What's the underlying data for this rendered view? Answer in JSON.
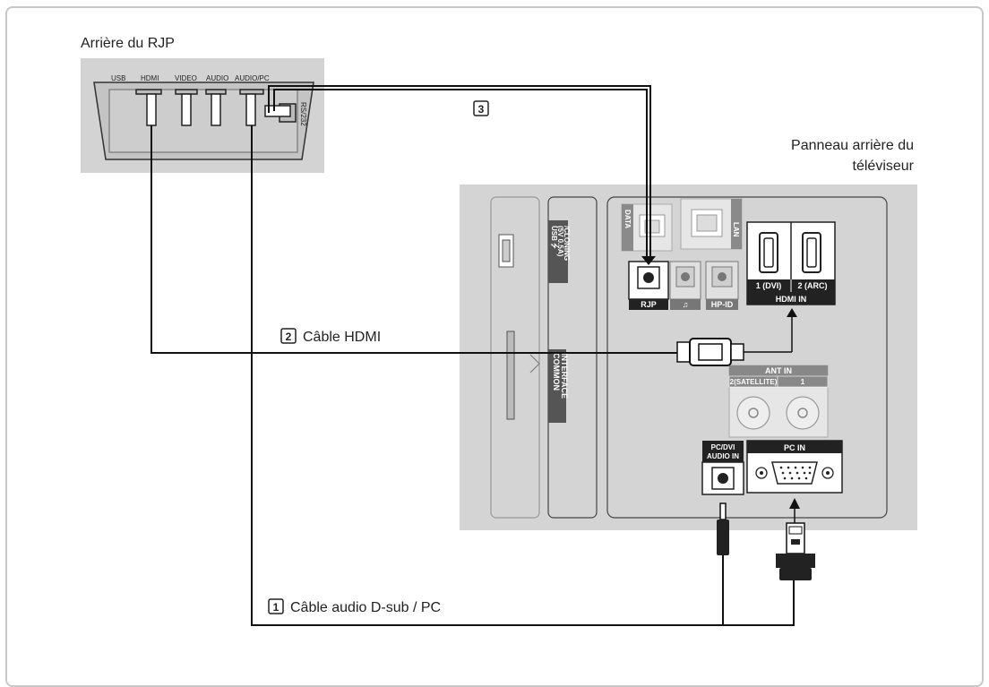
{
  "labels": {
    "rjp_back": "Arrière du RJP",
    "tv_back_line1": "Panneau arrière du",
    "tv_back_line2": "téléviseur"
  },
  "rjp_ports": {
    "usb": "USB",
    "hdmi": "HDMI",
    "video": "VIDEO",
    "audio": "AUDIO",
    "audio_pc": "AUDIO/PC",
    "rs232": "RS/232"
  },
  "tv_ports": {
    "usb_line1": "USB ⭍",
    "usb_line2": "(5V 0.5A)",
    "usb_line3": "/CLONING",
    "common_line1": "COMMON",
    "common_line2": "INTERFACE",
    "data": "DATA",
    "lan": "LAN",
    "rjp": "RJP",
    "headphone": "♫",
    "hp_id": "HP-ID",
    "hdmi1": "1 (DVI)",
    "hdmi2": "2 (ARC)",
    "hdmi_in": "HDMI IN",
    "ant_in": "ANT IN",
    "ant_sat": "2(SATELLITE)",
    "ant_1": "1",
    "pc_dvi_line1": "PC/DVI",
    "pc_dvi_line2": "AUDIO IN",
    "pc_in": "PC IN"
  },
  "cables": [
    {
      "number": "1",
      "label": "Câble audio D-sub / PC"
    },
    {
      "number": "2",
      "label": "Câble HDMI"
    },
    {
      "number": "3",
      "label": ""
    }
  ]
}
